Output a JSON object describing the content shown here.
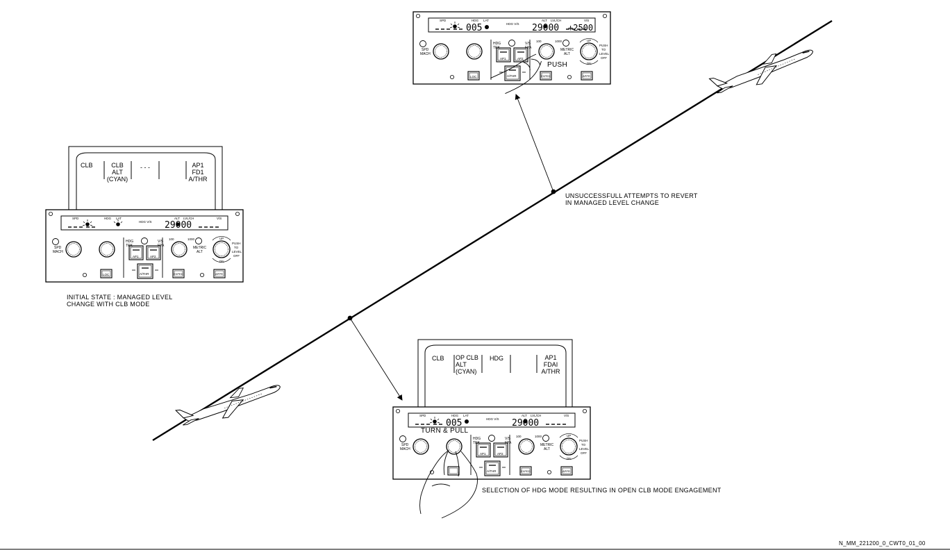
{
  "captions": {
    "initial_state": [
      "INITIAL STATE : MANAGED LEVEL",
      "CHANGE WITH CLB MODE"
    ],
    "unsuccessful": [
      "UNSUCCESSFULL ATTEMPTS TO REVERT",
      "IN MANAGED LEVEL CHANGE"
    ],
    "selection": "SELECTION OF HDG MODE RESULTING IN OPEN CLB MODE ENGAGEMENT",
    "reference": "N_MM_221200_0_CWT0_01_00"
  },
  "actions": {
    "push": "PUSH",
    "turn_pull": "TURN & PULL"
  },
  "fma_initial": {
    "col1": "CLB",
    "col2": [
      "CLB",
      "ALT",
      "(CYAN)"
    ],
    "col3": "- - -",
    "col5": [
      "AP1",
      "FD1",
      "A/THR"
    ]
  },
  "fma_final": {
    "col1": "CLB",
    "col2": [
      "OP CLB",
      "ALT",
      "(CYAN)"
    ],
    "col3": "HDG",
    "col5": [
      "AP1",
      "FDAI",
      "A/THR"
    ]
  },
  "fcu_labels": {
    "spd": "SPD",
    "hdg": "HDG",
    "lat": "LAT",
    "hdg_vs": "HDG V/S",
    "alt": "ALT",
    "lvl_ch": "LVL/CH",
    "vs": "V/S",
    "spd_mach": [
      "SPD",
      "MACH"
    ],
    "hdg_trk": [
      "HDG",
      "TRK"
    ],
    "vs_fpa": [
      "V/S",
      "FPA"
    ],
    "ap1": "AP1",
    "ap2": "AP2",
    "athr": "A/THR",
    "loc": "LOC",
    "exped": "EXPED",
    "appr": "APPR",
    "step_100": "100",
    "step_1000": "1000",
    "metric_alt": [
      "METRIC",
      "ALT"
    ],
    "up": "UP",
    "dn": "DN",
    "push_level_off": [
      "PUSH",
      "TO",
      "LEVEL",
      "OFF"
    ]
  },
  "fcu_initial": {
    "alt": "29000",
    "hdg": "",
    "vs": ""
  },
  "fcu_top": {
    "alt": "29000",
    "hdg": "005",
    "vs": "+2500"
  },
  "fcu_bottom": {
    "alt": "29000",
    "hdg": "005",
    "vs": ""
  }
}
